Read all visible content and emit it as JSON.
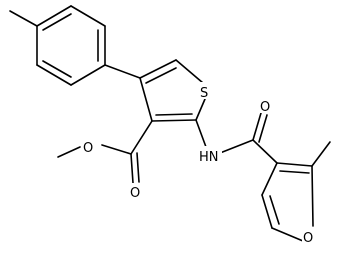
{
  "molecule": {
    "atom_labels": {
      "sulfur": "S",
      "ester_oxygen_single": "O",
      "ester_oxygen_double": "O",
      "amide_nitrogen": "HN",
      "amide_oxygen": "O",
      "furan_oxygen": "O"
    }
  }
}
